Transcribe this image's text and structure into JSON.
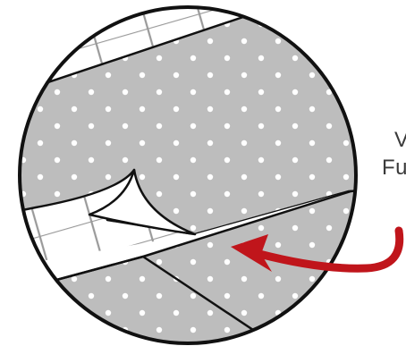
{
  "callout": {
    "line1": "V",
    "line2": "Fu"
  },
  "colors": {
    "background": "#ffffff",
    "outline": "#111111",
    "dotted_fill": "#bdbdbd",
    "dot": "#ffffff",
    "hatch_line": "#9a9a9a",
    "arrow": "#c0151b"
  },
  "icons": {
    "pointer": "curved-arrow-icon",
    "detail": "magnified-circle-detail"
  }
}
